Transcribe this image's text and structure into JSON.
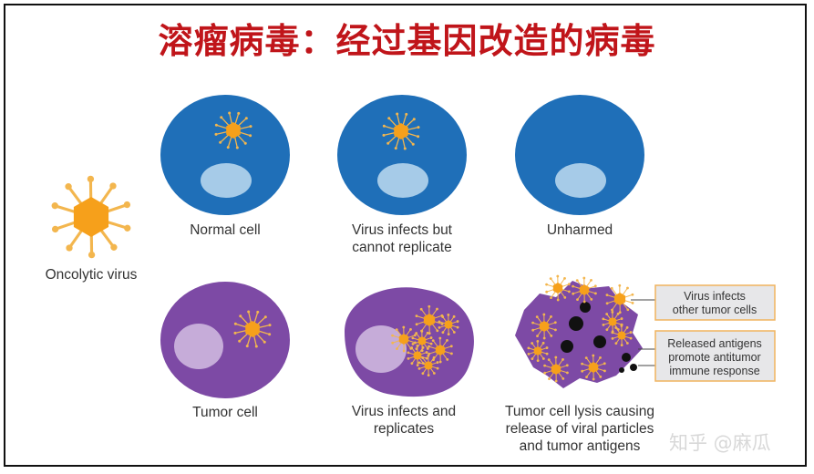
{
  "title": "溶瘤病毒：经过基因改造的病毒",
  "colors": {
    "title": "#c0151a",
    "normal_cell": "#1f6fb8",
    "normal_nucleus": "#a6cbe8",
    "tumor_cell": "#7d4aa5",
    "tumor_nucleus": "#c6acd9",
    "virus": "#f6a01b",
    "virus_spike": "#f3b64e",
    "debris": "#111111",
    "box_fill": "#e7e7e9",
    "box_border": "#f0b45e"
  },
  "labels": {
    "oncolytic_virus": "Oncolytic virus",
    "normal_cell": "Normal cell",
    "virus_no_replicate_1": "Virus infects but",
    "virus_no_replicate_2": "cannot replicate",
    "unharmed": "Unharmed",
    "tumor_cell": "Tumor cell",
    "virus_replicates_1": "Virus infects and",
    "virus_replicates_2": "replicates",
    "lysis_1": "Tumor cell lysis causing",
    "lysis_2": "release of viral particles",
    "lysis_3": "and tumor antigens"
  },
  "callouts": {
    "infects_1": "Virus infects",
    "infects_2": "other tumor cells",
    "antigens_1": "Released antigens",
    "antigens_2": "promote antitumor",
    "antigens_3": "immune response"
  },
  "watermark": "知乎 @麻瓜"
}
